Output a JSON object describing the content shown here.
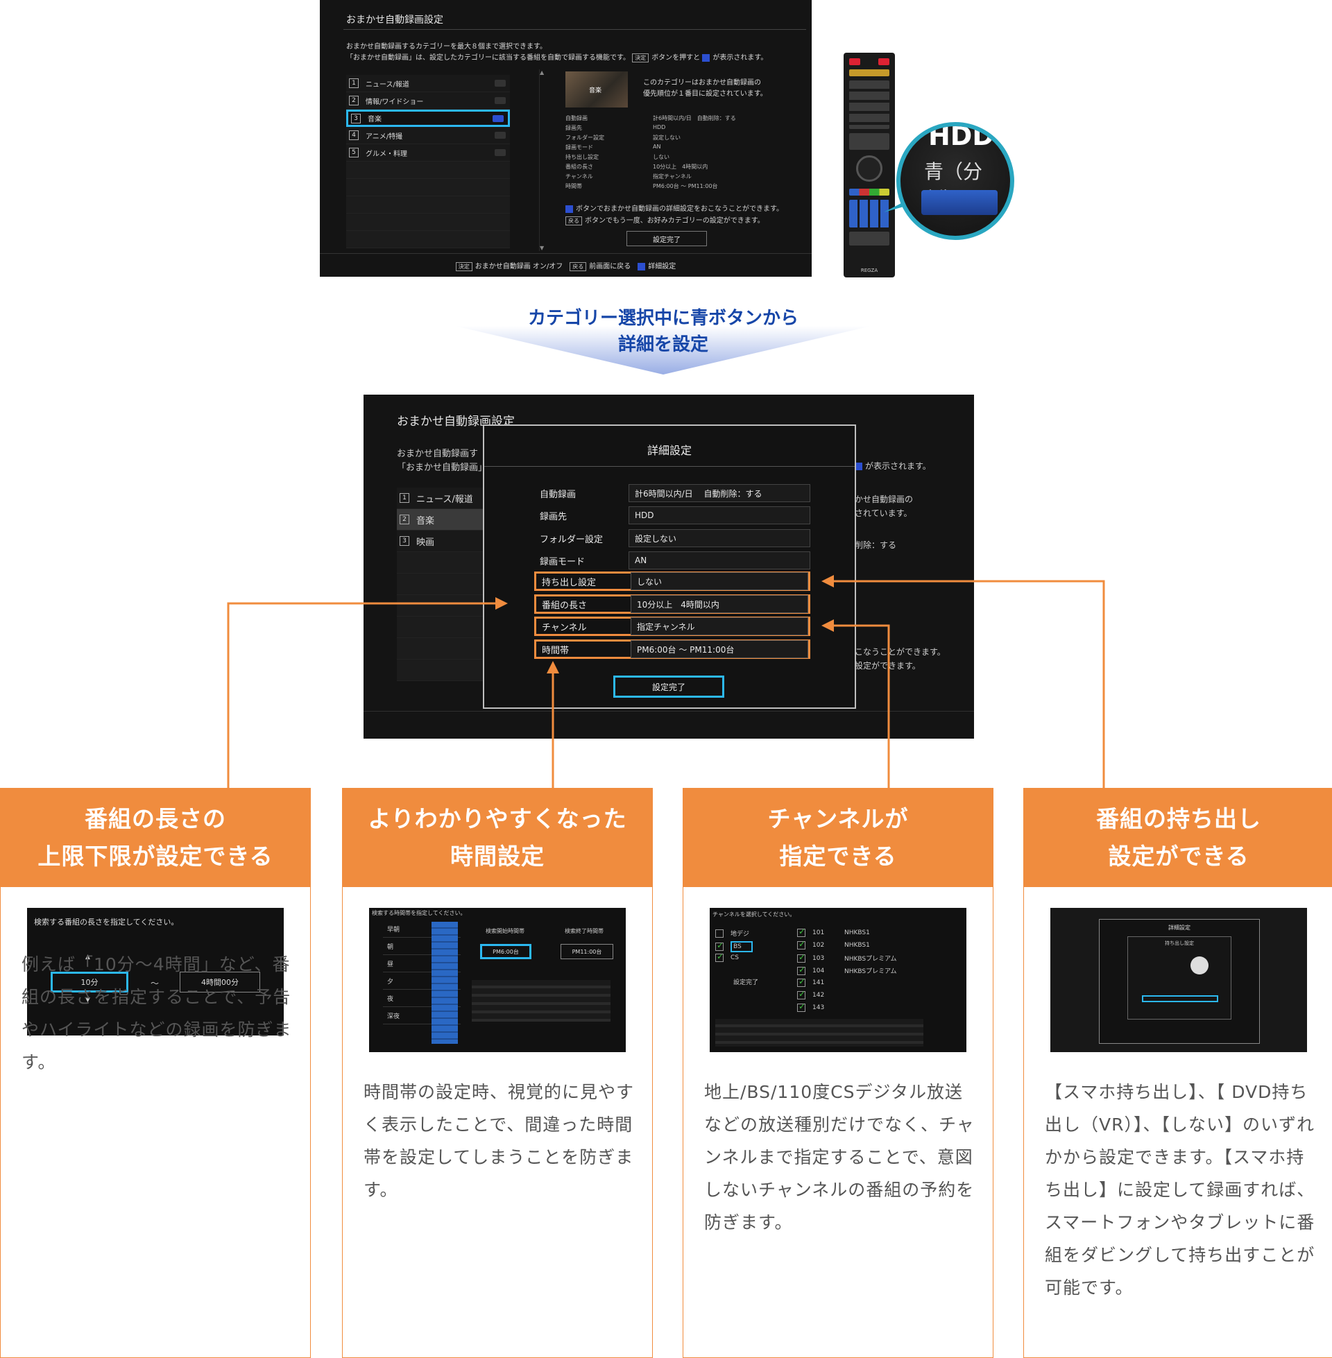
{
  "screen1": {
    "title": "おまかせ自動録画設定",
    "desc_line1": "おまかせ自動録画するカテゴリーを最大８個まで選択できます。",
    "desc_line2": "「おまかせ自動録画」は、設定したカテゴリーに該当する番組を自動で録画する機能です。",
    "desc_key": "決定",
    "desc_line2b": "ボタンを押すと",
    "desc_line2c": "が表示されます。",
    "categories": [
      {
        "num": "1",
        "label": "ニュース/報道"
      },
      {
        "num": "2",
        "label": "情報/ワイドショー"
      },
      {
        "num": "3",
        "label": "音楽"
      },
      {
        "num": "4",
        "label": "アニメ/特撮"
      },
      {
        "num": "5",
        "label": "グルメ・料理"
      }
    ],
    "thumb_label": "音楽",
    "note_line1": "このカテゴリーはおまかせ自動録画の",
    "note_line2": "優先順位が１番目に設定されています。",
    "details": [
      {
        "k": "自動録画",
        "v": "計6時間以内/日　自動削除：する"
      },
      {
        "k": "録画先",
        "v": "HDD"
      },
      {
        "k": "フォルダー設定",
        "v": "設定しない"
      },
      {
        "k": "録画モード",
        "v": "AN"
      },
      {
        "k": "持ち出し設定",
        "v": "しない"
      },
      {
        "k": "番組の長さ",
        "v": "10分以上　4時間以内"
      },
      {
        "k": "チャンネル",
        "v": "指定チャンネル"
      },
      {
        "k": "時間帯",
        "v": "PM6:00台 ～ PM11:00台"
      }
    ],
    "hint1": "ボタンでおまかせ自動録画の詳細設定をおこなうことができます。",
    "hint2_key": "戻る",
    "hint2": "ボタンでもう一度、お好みカテゴリーの設定ができます。",
    "done": "設定完了",
    "foot_key1": "決定",
    "foot_text1": "おまかせ自動録画 オン/オフ",
    "foot_key2": "戻る",
    "foot_text2": "前画面に戻る",
    "foot_text3": "詳細設定"
  },
  "remote": {
    "zoom_label_top": "HDD",
    "zoom_label": "青（分割）",
    "brand": "REGZA"
  },
  "banner": {
    "line1": "カテゴリー選択中に青ボタンから",
    "line2": "詳細を設定"
  },
  "screen2": {
    "title": "おまかせ自動録画設定",
    "bg_desc1": "おまかせ自動録画す",
    "bg_desc2": "「おまかせ自動録画」",
    "bg_right1": "が表示されます。",
    "bg_right2": "かせ自動録画の",
    "bg_right3": "されています。",
    "bg_right4": "削除：する",
    "bg_right5": "こなうことができます。",
    "bg_right6": "設定ができます。",
    "categories": [
      {
        "num": "1",
        "label": "ニュース/報道"
      },
      {
        "num": "2",
        "label": "音楽"
      },
      {
        "num": "3",
        "label": "映画"
      }
    ],
    "modal_title": "詳細設定",
    "rows": [
      {
        "k": "自動録画",
        "v": "計6時間以内/日　 自動削除：する"
      },
      {
        "k": "録画先",
        "v": "HDD"
      },
      {
        "k": "フォルダー設定",
        "v": "設定しない"
      },
      {
        "k": "録画モード",
        "v": "AN"
      },
      {
        "k": "持ち出し設定",
        "v": "しない"
      },
      {
        "k": "番組の長さ",
        "v": "10分以上　4時間以内"
      },
      {
        "k": "チャンネル",
        "v": "指定チャンネル"
      },
      {
        "k": "時間帯",
        "v": "PM6:00台 ～ PM11:00台"
      }
    ],
    "done": "設定完了"
  },
  "cards": [
    {
      "head1": "番組の長さの",
      "head2": "上限下限が設定できる",
      "body": "例えば「10分～4時間」など、番組の長さを指定することで、予告やハイライトなどの録画を防ぎます。",
      "shot": {
        "prompt": "検索する番組の長さを指定してください。",
        "min": "10分",
        "tilde": "～",
        "max": "4時間00分"
      }
    },
    {
      "head1": "よりわかりやすくなった",
      "head2": "時間設定",
      "body": "時間帯の設定時、視覚的に見やすく表示したことで、間違った時間帯を設定してしまうことを防ぎます。",
      "shot": {
        "prompt": "検索する時間帯を指定してください。",
        "start_label": "検索開始時間帯",
        "end_label": "検索終了時間帯",
        "start": "PM6:00台",
        "end": "PM11:00台",
        "periods": [
          "早朝",
          "朝",
          "昼",
          "夕",
          "夜",
          "深夜"
        ]
      }
    },
    {
      "head1": "チャンネルが",
      "head2": "指定できる",
      "body": "地上/BS/110度CSデジタル放送などの放送種別だけでなく、チャンネルまで指定することで、意図しないチャンネルの番組の予約を防ぎます。",
      "shot": {
        "prompt": "チャンネルを選択してください。",
        "types": [
          "地デジ",
          "BS",
          "CS"
        ],
        "done": "設定完了",
        "channels": [
          {
            "no": "101",
            "name": "NHKBS1"
          },
          {
            "no": "102",
            "name": "NHKBS1"
          },
          {
            "no": "103",
            "name": "NHKBSプレミアム"
          },
          {
            "no": "104",
            "name": "NHKBSプレミアム"
          },
          {
            "no": "141",
            "name": ""
          },
          {
            "no": "142",
            "name": ""
          },
          {
            "no": "143",
            "name": ""
          }
        ]
      }
    },
    {
      "head1": "番組の持ち出し",
      "head2": "設定ができる",
      "body": "【スマホ持ち出し】、【 DVD持ち出し（VR）】、【しない】のいずれかから設定できます。【スマホ持ち出し】に設定して録画すれば、スマートフォンやタブレットに番組をダビングして持ち出すことが可能です。",
      "shot": {
        "title": "詳細設定",
        "sub": "持ち出し設定"
      }
    }
  ],
  "colors": {
    "accent_orange": "#f08c3e",
    "focus_cyan": "#2cb8f0",
    "banner_blue": "#1646a8",
    "screen_bg": "#141414"
  }
}
